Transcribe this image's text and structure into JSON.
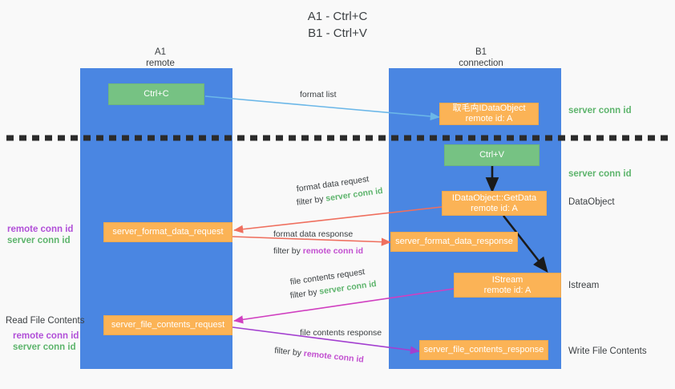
{
  "title": {
    "line1": "A1 - Ctrl+C",
    "line2": "B1 - Ctrl+V"
  },
  "lanes": [
    {
      "name": "A1",
      "sub": "remote"
    },
    {
      "name": "B1",
      "sub": "connection"
    }
  ],
  "nodes": {
    "ctrl_c": {
      "label": "Ctrl+C"
    },
    "idataobject": {
      "line1": "取⽑⽱IDataObject",
      "line2": "remote id: A"
    },
    "ctrl_v": {
      "label": "Ctrl+V"
    },
    "getdata": {
      "line1": "IDataObject::GetData",
      "line2": "remote id: A"
    },
    "istream": {
      "line1": "IStream",
      "line2": "remote id: A"
    },
    "fmt_req": {
      "label": "server_format_data_request"
    },
    "fmt_resp": {
      "label": "server_format_data_response"
    },
    "file_req": {
      "label": "server_file_contents_request"
    },
    "file_resp": {
      "label": "server_file_contents_response"
    }
  },
  "right_labels": {
    "server_conn_id_1": "server conn id",
    "server_conn_id_2": "server conn id",
    "dataobject": "DataObject",
    "istream": "Istream",
    "write_file_contents": "Write File Contents"
  },
  "left_labels": {
    "remote_conn_id_1": "remote conn id",
    "server_conn_id_1": "server conn id",
    "read_file_contents": "Read File Contents",
    "remote_conn_id_2": "remote conn id",
    "server_conn_id_2": "server conn id"
  },
  "edges": [
    {
      "id": "format-list",
      "text": "format list",
      "filter_prefix": "",
      "filter_value": "",
      "filter_kind": ""
    },
    {
      "id": "format-data-request",
      "text": "format data request",
      "filter_prefix": "filter by",
      "filter_value": "server conn id",
      "filter_kind": "server"
    },
    {
      "id": "format-data-response",
      "text": "format data response",
      "filter_prefix": "filter by",
      "filter_value": "remote conn id",
      "filter_kind": "remote"
    },
    {
      "id": "file-contents-request",
      "text": "file contents request",
      "filter_prefix": "filter by",
      "filter_value": "server conn id",
      "filter_kind": "server"
    },
    {
      "id": "file-contents-response",
      "text": "file contents response",
      "filter_prefix": "filter by",
      "filter_value": "remote conn id",
      "filter_kind": "remote"
    }
  ],
  "colors": {
    "lane": "#4a86e2",
    "green_node": "#76c283",
    "orange_node": "#fbb356",
    "server_conn_id": "#5db46c",
    "remote_conn_id": "#b14fd8",
    "edge_blue": "#6bb7e8",
    "edge_red": "#ef6f5e",
    "edge_magenta": "#d03fc0",
    "edge_purple": "#a33fd0",
    "edge_black": "#1a1a1a",
    "background": "#f9f9f9"
  }
}
